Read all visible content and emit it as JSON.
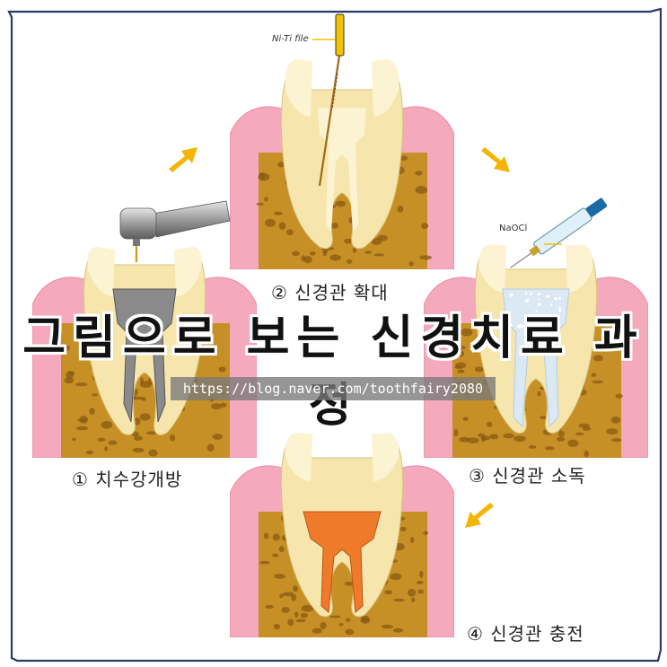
{
  "title": "그림으로 보는 신경치료 과정",
  "url": "https://blog.naver.com/toothfairy2080",
  "steps": [
    {
      "caption": "① 치수강개방"
    },
    {
      "caption": "② 신경관 확대",
      "tool_label": "Ni-Ti file"
    },
    {
      "caption": "③ 신경관 소독",
      "tool_label": "NaOCl"
    },
    {
      "caption": "④ 신경관 충전"
    }
  ],
  "colors": {
    "gum": "#f4a9bd",
    "gum_light": "#fbd3de",
    "bone": "#c69026",
    "bone_dark": "#8a5a12",
    "dentin": "#f6e6ad",
    "enamel": "#fbf3d2",
    "access_cavity": "#8a8a8a",
    "disinfectant": "#dbe9f4",
    "filling": "#ee7a2a",
    "arrow": "#f4b400"
  },
  "icons": [
    "handpiece-icon",
    "ni-ti-file-icon",
    "syringe-icon",
    "arrow-icon"
  ]
}
